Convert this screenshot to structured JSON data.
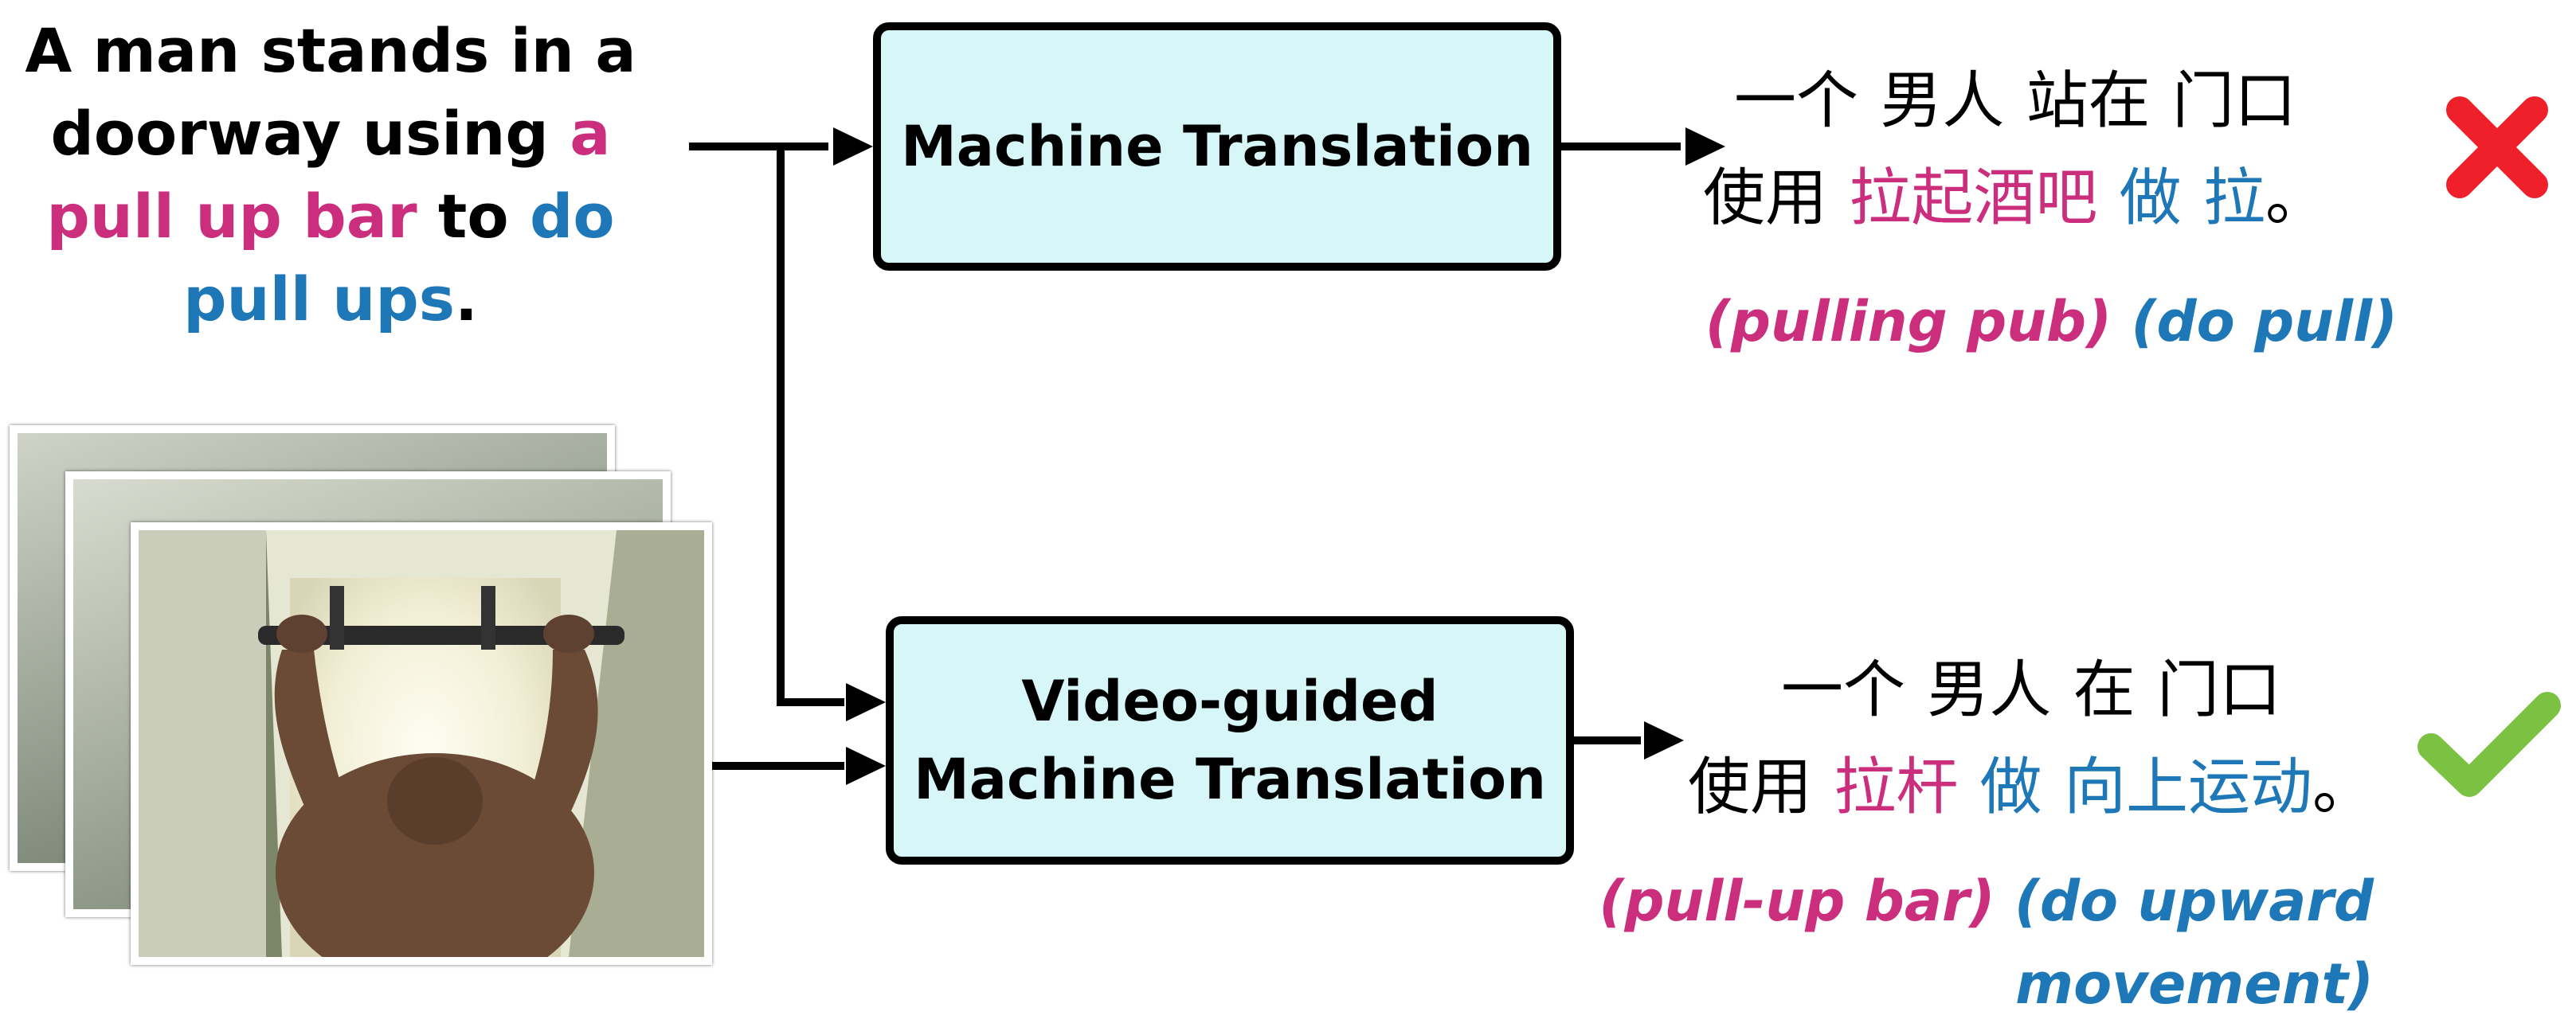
{
  "source_sentence": {
    "line1": "A man stands in a",
    "line2_a": "doorway using ",
    "line2_b": "a",
    "line3_a": "pull up bar",
    "line3_b": " to ",
    "line3_c": "do",
    "line4_a": "pull ups",
    "line4_b": "."
  },
  "boxes": {
    "mt_label": "Machine Translation",
    "vmt_line1": "Video-guided",
    "vmt_line2": "Machine Translation"
  },
  "output_mt": {
    "l1_w1": "一个",
    "l1_w2": "男人",
    "l1_w3": "站在",
    "l1_w4": "门口",
    "l2_w1": "使用",
    "l2_w2": "拉起酒吧",
    "l2_w3": "做",
    "l2_w4": "拉",
    "l2_end": "。",
    "gloss_1": "(pulling pub)",
    "gloss_2": "(do pull)"
  },
  "output_vmt": {
    "l1_w1": "一个",
    "l1_w2": "男人",
    "l1_w3": "在",
    "l1_w4": "门口",
    "l2_w1": "使用",
    "l2_w2": "拉杆",
    "l2_w3": "做",
    "l2_w4": "向上运动",
    "l2_end": "。",
    "gloss_1": "(pull-up bar)",
    "gloss_2a": "(do upward",
    "gloss_2b": "movement)"
  },
  "icons": {
    "wrong_mark": "red-cross-icon",
    "correct_mark": "green-check-icon",
    "video": "video-frames-image"
  },
  "colors": {
    "highlight_pink": "#cc2e7e",
    "highlight_blue": "#1e78b8",
    "box_fill": "#d6f6f8",
    "wrong": "#f0202a",
    "correct": "#7cc242"
  }
}
